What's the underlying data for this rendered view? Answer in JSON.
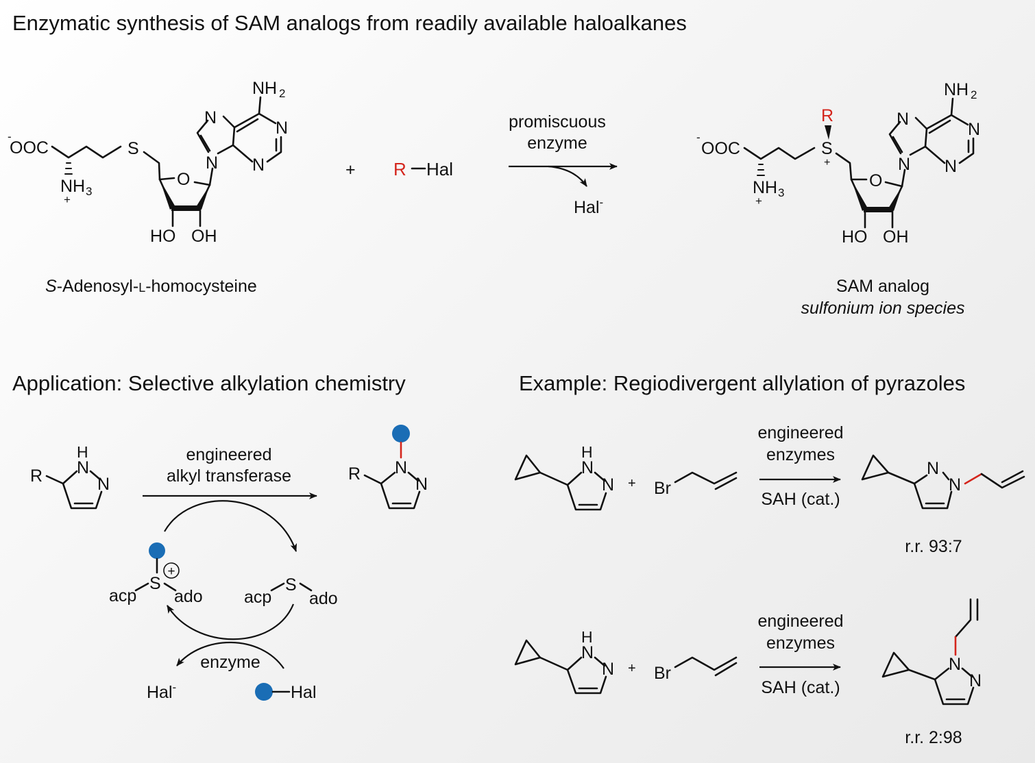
{
  "titles": {
    "main": "Enzymatic synthesis of SAM analogs from readily available haloalkanes",
    "application": "Application: Selective alkylation chemistry",
    "example": "Example: Regiodivergent allylation of pyrazoles"
  },
  "top_scheme": {
    "sah_name_prefix": "S",
    "sah_name_rest": "-Adenosyl-",
    "sah_name_L": "L",
    "sah_name_end": "-homocysteine",
    "plus": "+",
    "reagent_r": "R",
    "reagent_hal": "Hal",
    "arrow_above_1": "promiscuous",
    "arrow_above_2": "enzyme",
    "byproduct": "Hal",
    "byproduct_charge": "-",
    "product_name": "SAM analog",
    "product_subtitle": "sulfonium ion species",
    "atoms": {
      "coo": "OOC",
      "minus": "-",
      "nh3": "NH",
      "three": "3",
      "plus": "+",
      "s": "S",
      "o": "O",
      "n": "N",
      "nh2": "NH",
      "two": "2",
      "ho": "HO",
      "oh": "OH",
      "r": "R"
    }
  },
  "application": {
    "arrow_above_1": "engineered",
    "arrow_above_2": "alkyl transferase",
    "r": "R",
    "n": "N",
    "h": "H",
    "acp": "acp",
    "ado": "ado",
    "s": "S",
    "plus_circle": "+",
    "enzyme": "enzyme",
    "hal_byproduct": "Hal",
    "hal_byproduct_charge": "-",
    "hal_reagent": "Hal"
  },
  "examples": [
    {
      "reagent": "Br",
      "plus": "+",
      "arrow_above_1": "engineered",
      "arrow_above_2": "enzymes",
      "arrow_below": "SAH (cat.)",
      "ratio": "r.r. 93:7"
    },
    {
      "reagent": "Br",
      "plus": "+",
      "arrow_above_1": "engineered",
      "arrow_above_2": "enzymes",
      "arrow_below": "SAH (cat.)",
      "ratio": "r.r. 2:98"
    }
  ],
  "colors": {
    "highlight_bond": "#d4251c",
    "reagent_dot": "#1a6db5",
    "text": "#111111"
  }
}
